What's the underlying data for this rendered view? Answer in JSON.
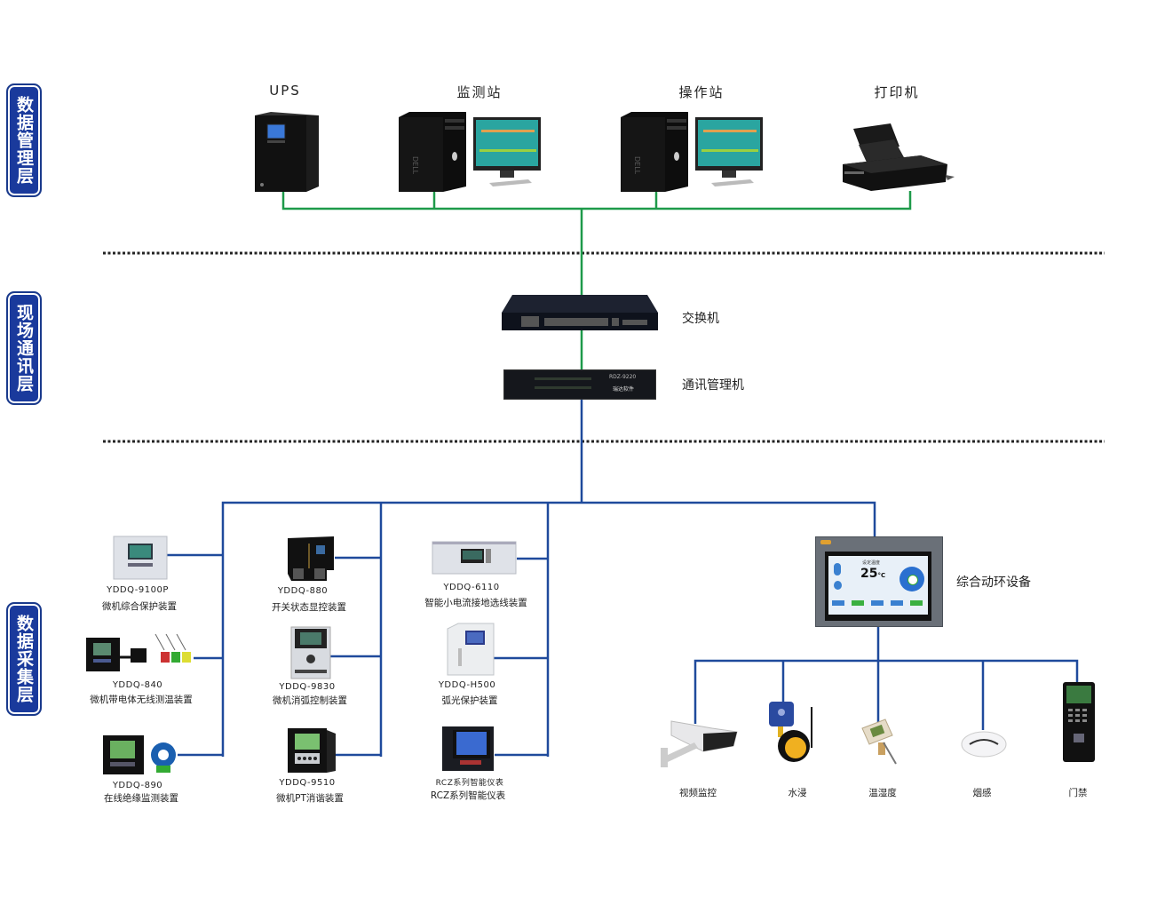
{
  "layers": [
    {
      "id": "management",
      "label": "数据管理层"
    },
    {
      "id": "communication",
      "label": "现场通讯层"
    },
    {
      "id": "acquisition",
      "label": "数据采集层"
    }
  ],
  "management_devices": [
    {
      "label": "UPS",
      "icon": "ups-icon"
    },
    {
      "label": "监测站",
      "icon": "workstation-icon"
    },
    {
      "label": "操作站",
      "icon": "workstation-icon"
    },
    {
      "label": "打印机",
      "icon": "printer-icon"
    }
  ],
  "communication_devices": [
    {
      "label": "交换机",
      "icon": "network-switch-icon"
    },
    {
      "label": "通讯管理机",
      "icon": "comm-manager-icon",
      "panel_model": "RDZ-9220",
      "panel_brand": "瑞达软件"
    }
  ],
  "acquisition_columns": [
    {
      "devices": [
        {
          "model": "YDDQ-9100P",
          "name": "微机综合保护装置"
        },
        {
          "model": "YDDQ-840",
          "name": "微机带电体无线测温装置"
        },
        {
          "model": "YDDQ-890",
          "name": "在线绝缘监测装置"
        }
      ]
    },
    {
      "devices": [
        {
          "model": "YDDQ-880",
          "name": "开关状态显控装置"
        },
        {
          "model": "YDDQ-9830",
          "name": "微机消弧控制装置"
        },
        {
          "model": "YDDQ-9510",
          "name": "微机PT消谐装置"
        }
      ]
    },
    {
      "devices": [
        {
          "model": "YDDQ-6110",
          "name": "智能小电流接地选线装置"
        },
        {
          "model": "YDDQ-H500",
          "name": "弧光保护装置"
        },
        {
          "model": "RCZ系列智能仪表",
          "name": "RCZ系列智能仪表"
        }
      ]
    }
  ],
  "environment_unit": {
    "label": "综合动环设备",
    "screen": {
      "title": "设定温度",
      "temperature": "25",
      "unit": "°C"
    }
  },
  "sensors": [
    {
      "label": "视频监控",
      "icon": "camera-icon"
    },
    {
      "label": "水浸",
      "icon": "water-sensor-icon"
    },
    {
      "label": "温湿度",
      "icon": "humidity-sensor-icon"
    },
    {
      "label": "烟感",
      "icon": "smoke-detector-icon"
    },
    {
      "label": "门禁",
      "icon": "access-control-icon"
    }
  ],
  "colors": {
    "layer_badge": "#1a3a9c",
    "upper_link": "#1e9a4a",
    "lower_link": "#1f4a9c",
    "separator": "#222222"
  }
}
